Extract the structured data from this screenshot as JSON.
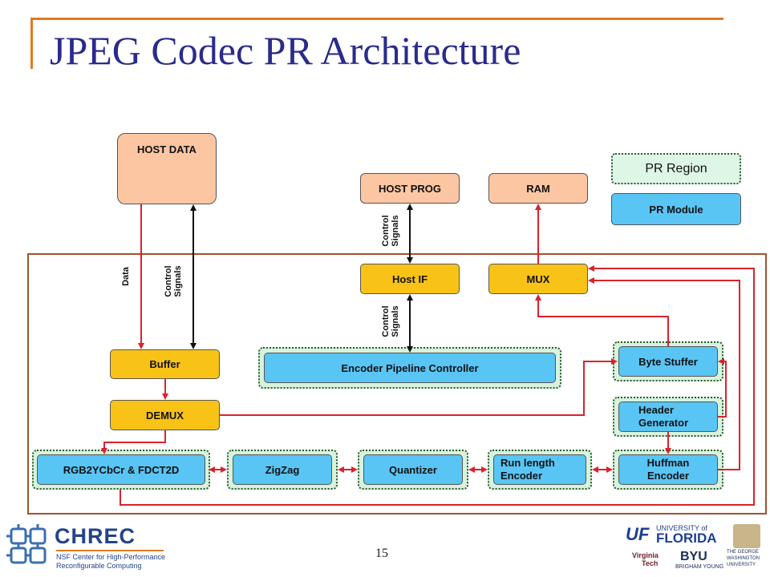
{
  "slide": {
    "title": "JPEG Codec PR Architecture",
    "page_number": "15"
  },
  "legend": {
    "pr_region": "PR Region",
    "pr_module": "PR Module"
  },
  "blocks": {
    "host_data": "HOST DATA",
    "host_prog": "HOST PROG",
    "ram": "RAM",
    "host_if": "Host IF",
    "mux": "MUX",
    "buffer": "Buffer",
    "demux": "DEMUX",
    "encoder_pipeline_controller": "Encoder Pipeline Controller",
    "byte_stuffer": "Byte Stuffer",
    "header_generator": "Header\nGenerator",
    "rgb2ycbcr_fdct2d": "RGB2YCbCr & FDCT2D",
    "zigzag": "ZigZag",
    "quantizer": "Quantizer",
    "run_length_encoder": "Run length\nEncoder",
    "huffman_encoder": "Huffman\nEncoder"
  },
  "signal_labels": {
    "data": "Data",
    "control_signals_left": "Control\nSignals",
    "control_signals_top": "Control\nSignals",
    "control_signals_mid": "Control\nSignals"
  },
  "logos": {
    "chrec_name": "CHREC",
    "chrec_sub1": "NSF Center for High-Performance",
    "chrec_sub2": "Reconfigurable Computing",
    "uf_top": "UNIVERSITY of",
    "uf_bottom": "FLORIDA",
    "uf_mark": "UF",
    "virginia_tech1": "Virginia",
    "virginia_tech2": "Tech",
    "byu1": "BYU",
    "byu2": "BRIGHAM YOUNG",
    "gwu1": "THE GEORGE",
    "gwu2": "WASHINGTON",
    "gwu3": "UNIVERSITY"
  },
  "colors": {
    "title": "#2a2b8a",
    "accent_rule": "#e07a1f",
    "fpga_border": "#a0522d",
    "host_blocks": "#fcc6a2",
    "static_blocks": "#f8c316",
    "pr_modules": "#59c5f5",
    "pr_region": "#d7f3de",
    "red_wire": "#d9232d",
    "black_wire": "#111111"
  }
}
